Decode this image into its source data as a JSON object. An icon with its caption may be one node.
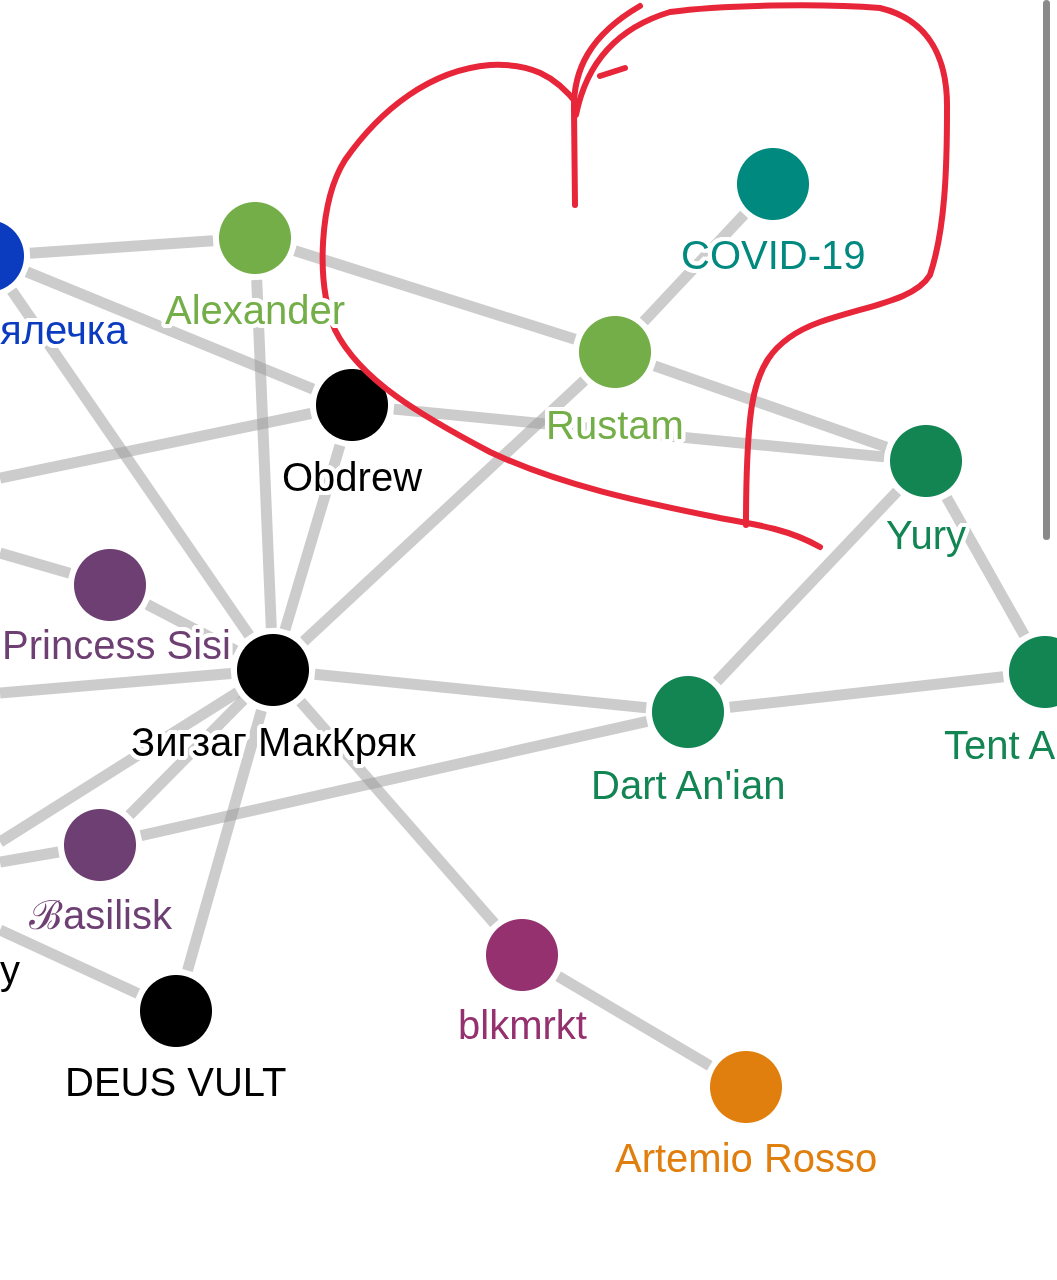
{
  "diagram": {
    "nodes": [
      {
        "text": [],
        "shape": "circle",
        "beside": [
          "ялечка"
        ]
      },
      {
        "text": [],
        "shape": "circle",
        "beside": [
          "Alexander"
        ]
      },
      {
        "text": [],
        "shape": "circle",
        "beside": [
          "Obdrew"
        ]
      },
      {
        "text": [],
        "shape": "circle",
        "beside": [
          "Rustam"
        ]
      },
      {
        "text": [],
        "shape": "circle",
        "beside": [
          "COVID-19"
        ]
      },
      {
        "text": [],
        "shape": "circle",
        "beside": [
          "Yury"
        ]
      },
      {
        "text": [],
        "shape": "circle",
        "beside": [
          "Princess Sisi"
        ]
      },
      {
        "text": [],
        "shape": "circle",
        "beside": [
          "Зигзаг МакКряк"
        ]
      },
      {
        "text": [],
        "shape": "circle",
        "beside": [
          "Dart An'ian"
        ]
      },
      {
        "text": [],
        "shape": "circle",
        "beside": [
          "Tent A"
        ]
      },
      {
        "text": [],
        "shape": "circle",
        "beside": [
          "ℬasilisk"
        ]
      },
      {
        "text": [],
        "shape": "circle",
        "beside": [
          "DEUS VULT"
        ]
      },
      {
        "text": [],
        "shape": "circle",
        "beside": [
          "blkmrkt"
        ]
      },
      {
        "text": [],
        "shape": "circle",
        "beside": [
          "Artemio Rosso"
        ]
      }
    ],
    "edges": [
      {
        "from": 0,
        "to": 1,
        "arrow": "none"
      },
      {
        "from": 0,
        "to": 2,
        "arrow": "none"
      },
      {
        "from": 0,
        "to": 7,
        "arrow": "none"
      },
      {
        "from": 1,
        "to": 3,
        "arrow": "none"
      },
      {
        "from": 1,
        "to": 7,
        "arrow": "none"
      },
      {
        "from": null,
        "to": 2,
        "arrow": "none"
      },
      {
        "from": 2,
        "to": 5,
        "arrow": "none"
      },
      {
        "from": 2,
        "to": 7,
        "arrow": "none"
      },
      {
        "from": 3,
        "to": 4,
        "arrow": "none"
      },
      {
        "from": 3,
        "to": 5,
        "arrow": "none"
      },
      {
        "from": 3,
        "to": 7,
        "arrow": "none"
      },
      {
        "from": null,
        "to": 6,
        "arrow": "none"
      },
      {
        "from": 6,
        "to": 7,
        "arrow": "none"
      },
      {
        "from": null,
        "to": 7,
        "arrow": "none"
      },
      {
        "from": null,
        "to": 7,
        "arrow": "none"
      },
      {
        "from": 7,
        "to": 8,
        "arrow": "none"
      },
      {
        "from": 7,
        "to": 10,
        "arrow": "none"
      },
      {
        "from": 7,
        "to": 11,
        "arrow": "none"
      },
      {
        "from": 7,
        "to": 12,
        "arrow": "none"
      },
      {
        "from": 10,
        "to": 8,
        "arrow": "none"
      },
      {
        "from": null,
        "to": 10,
        "arrow": "none"
      },
      {
        "from": null,
        "to": 11,
        "arrow": "none"
      },
      {
        "from": 5,
        "to": 8,
        "arrow": "none"
      },
      {
        "from": 5,
        "to": 9,
        "arrow": "none"
      },
      {
        "from": 8,
        "to": 9,
        "arrow": "none"
      },
      {
        "from": 12,
        "to": 13,
        "arrow": "none"
      }
    ],
    "labels": [
      "y"
    ]
  }
}
